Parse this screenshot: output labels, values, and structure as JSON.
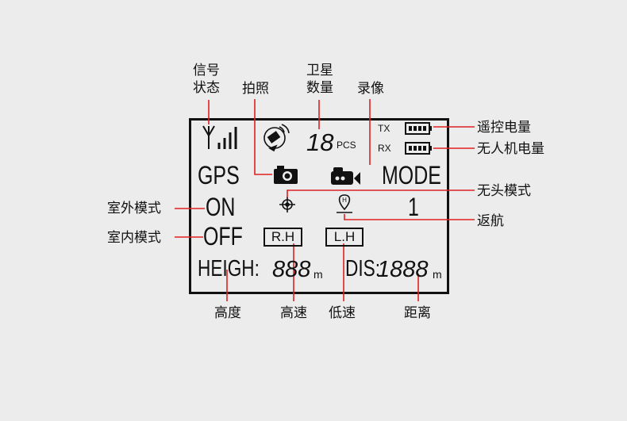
{
  "callouts": {
    "signal_status": "信号\n状态",
    "photo": "拍照",
    "satellite_count": "卫星\n数量",
    "record": "录像",
    "remote_battery": "遥控电量",
    "drone_battery": "无人机电量",
    "headless_mode": "无头模式",
    "return_home": "返航",
    "outdoor_mode": "室外模式",
    "indoor_mode": "室内模式",
    "height": "高度",
    "high_speed": "高速",
    "low_speed": "低速",
    "distance": "距离"
  },
  "display": {
    "sat_count": "18",
    "sat_unit": "PCS",
    "tx_label": "TX",
    "rx_label": "RX",
    "gps": "GPS",
    "mode": "MODE",
    "on": "ON",
    "mode_value": "1",
    "off": "OFF",
    "high_speed_box": "R.H",
    "low_speed_box": "L.H",
    "height_label": "HEIGH:",
    "height_value": "888",
    "height_unit": "m",
    "dis_label": "DIS:",
    "dis_value": "1888",
    "dis_unit": "m"
  },
  "icons": [
    "signal-bars-icon",
    "satellite-icon",
    "camera-icon",
    "video-camera-icon",
    "headless-icon",
    "return-home-icon",
    "battery-icon"
  ],
  "colors": {
    "leader_line": "#e02020",
    "lcd_text": "#111111",
    "background": "#ececec"
  }
}
